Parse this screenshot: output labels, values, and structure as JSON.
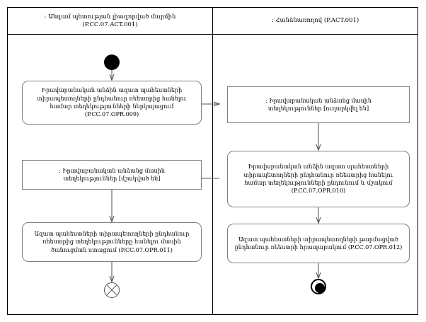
{
  "diagram": {
    "type": "uml-activity-diagram",
    "lanes": [
      {
        "id": "left",
        "title_line1": ": Անդամ պետության լիազորված մարմին",
        "title_line2": "(P.CC.07.ACT.001)"
      },
      {
        "id": "right",
        "title_line1": ": Հանձնառողով (P.ACT.001)",
        "title_line2": ""
      }
    ],
    "nodes": {
      "initial": {
        "name": "initial-node"
      },
      "left_action_1": {
        "kind": "action",
        "lines": [
          "Իրավաբանական անձին ազատ պահեստների",
          "տիրապետողների ընդհանուր ռեեստրից հանելու",
          "համար տեղեկությունների ներկայացում",
          "(P.CC.07.OPR.009)"
        ]
      },
      "left_object_1": {
        "kind": "object",
        "lines": [
          ": Իրավաբանական անձանց մասին",
          "տեղեկություններ [մշակված են]"
        ]
      },
      "left_action_2": {
        "kind": "action",
        "lines": [
          "Ազատ պահեստների տիրապետողների ընդհանուր",
          "ռեեստրից տեղեկությունները հանելու մասին",
          "ծանուցման ստացում (P.CC.07.OPR.011)"
        ]
      },
      "flow_final": {
        "name": "flow-final-node"
      },
      "right_object_1": {
        "kind": "object",
        "lines": [
          ": Իրավաբանական անձանց մասին",
          "տեղեկություններ [ուղարկվել են]"
        ]
      },
      "right_action_1": {
        "kind": "action",
        "lines": [
          "Իրավաբանական անձին ազատ պահեստների",
          "տիրապետողների ընդհանուր ռեեստրից հանելու",
          "համար տեղեկությունների ընդունում և մշակում",
          "(P.CC.07.OPR.010)"
        ]
      },
      "right_action_2": {
        "kind": "action",
        "lines": [
          "Ազատ պահեստների տիրապետողների թարմացված",
          "ընդհանուր ռեեստրի հրապարակում (P.CC.07.OPR.012)"
        ]
      },
      "activity_final": {
        "name": "activity-final-node"
      }
    },
    "colors": {
      "lane_border": "#000000",
      "node_border": "#808080",
      "edge": "#555555",
      "fill": "#ffffff",
      "text": "#000000"
    }
  }
}
